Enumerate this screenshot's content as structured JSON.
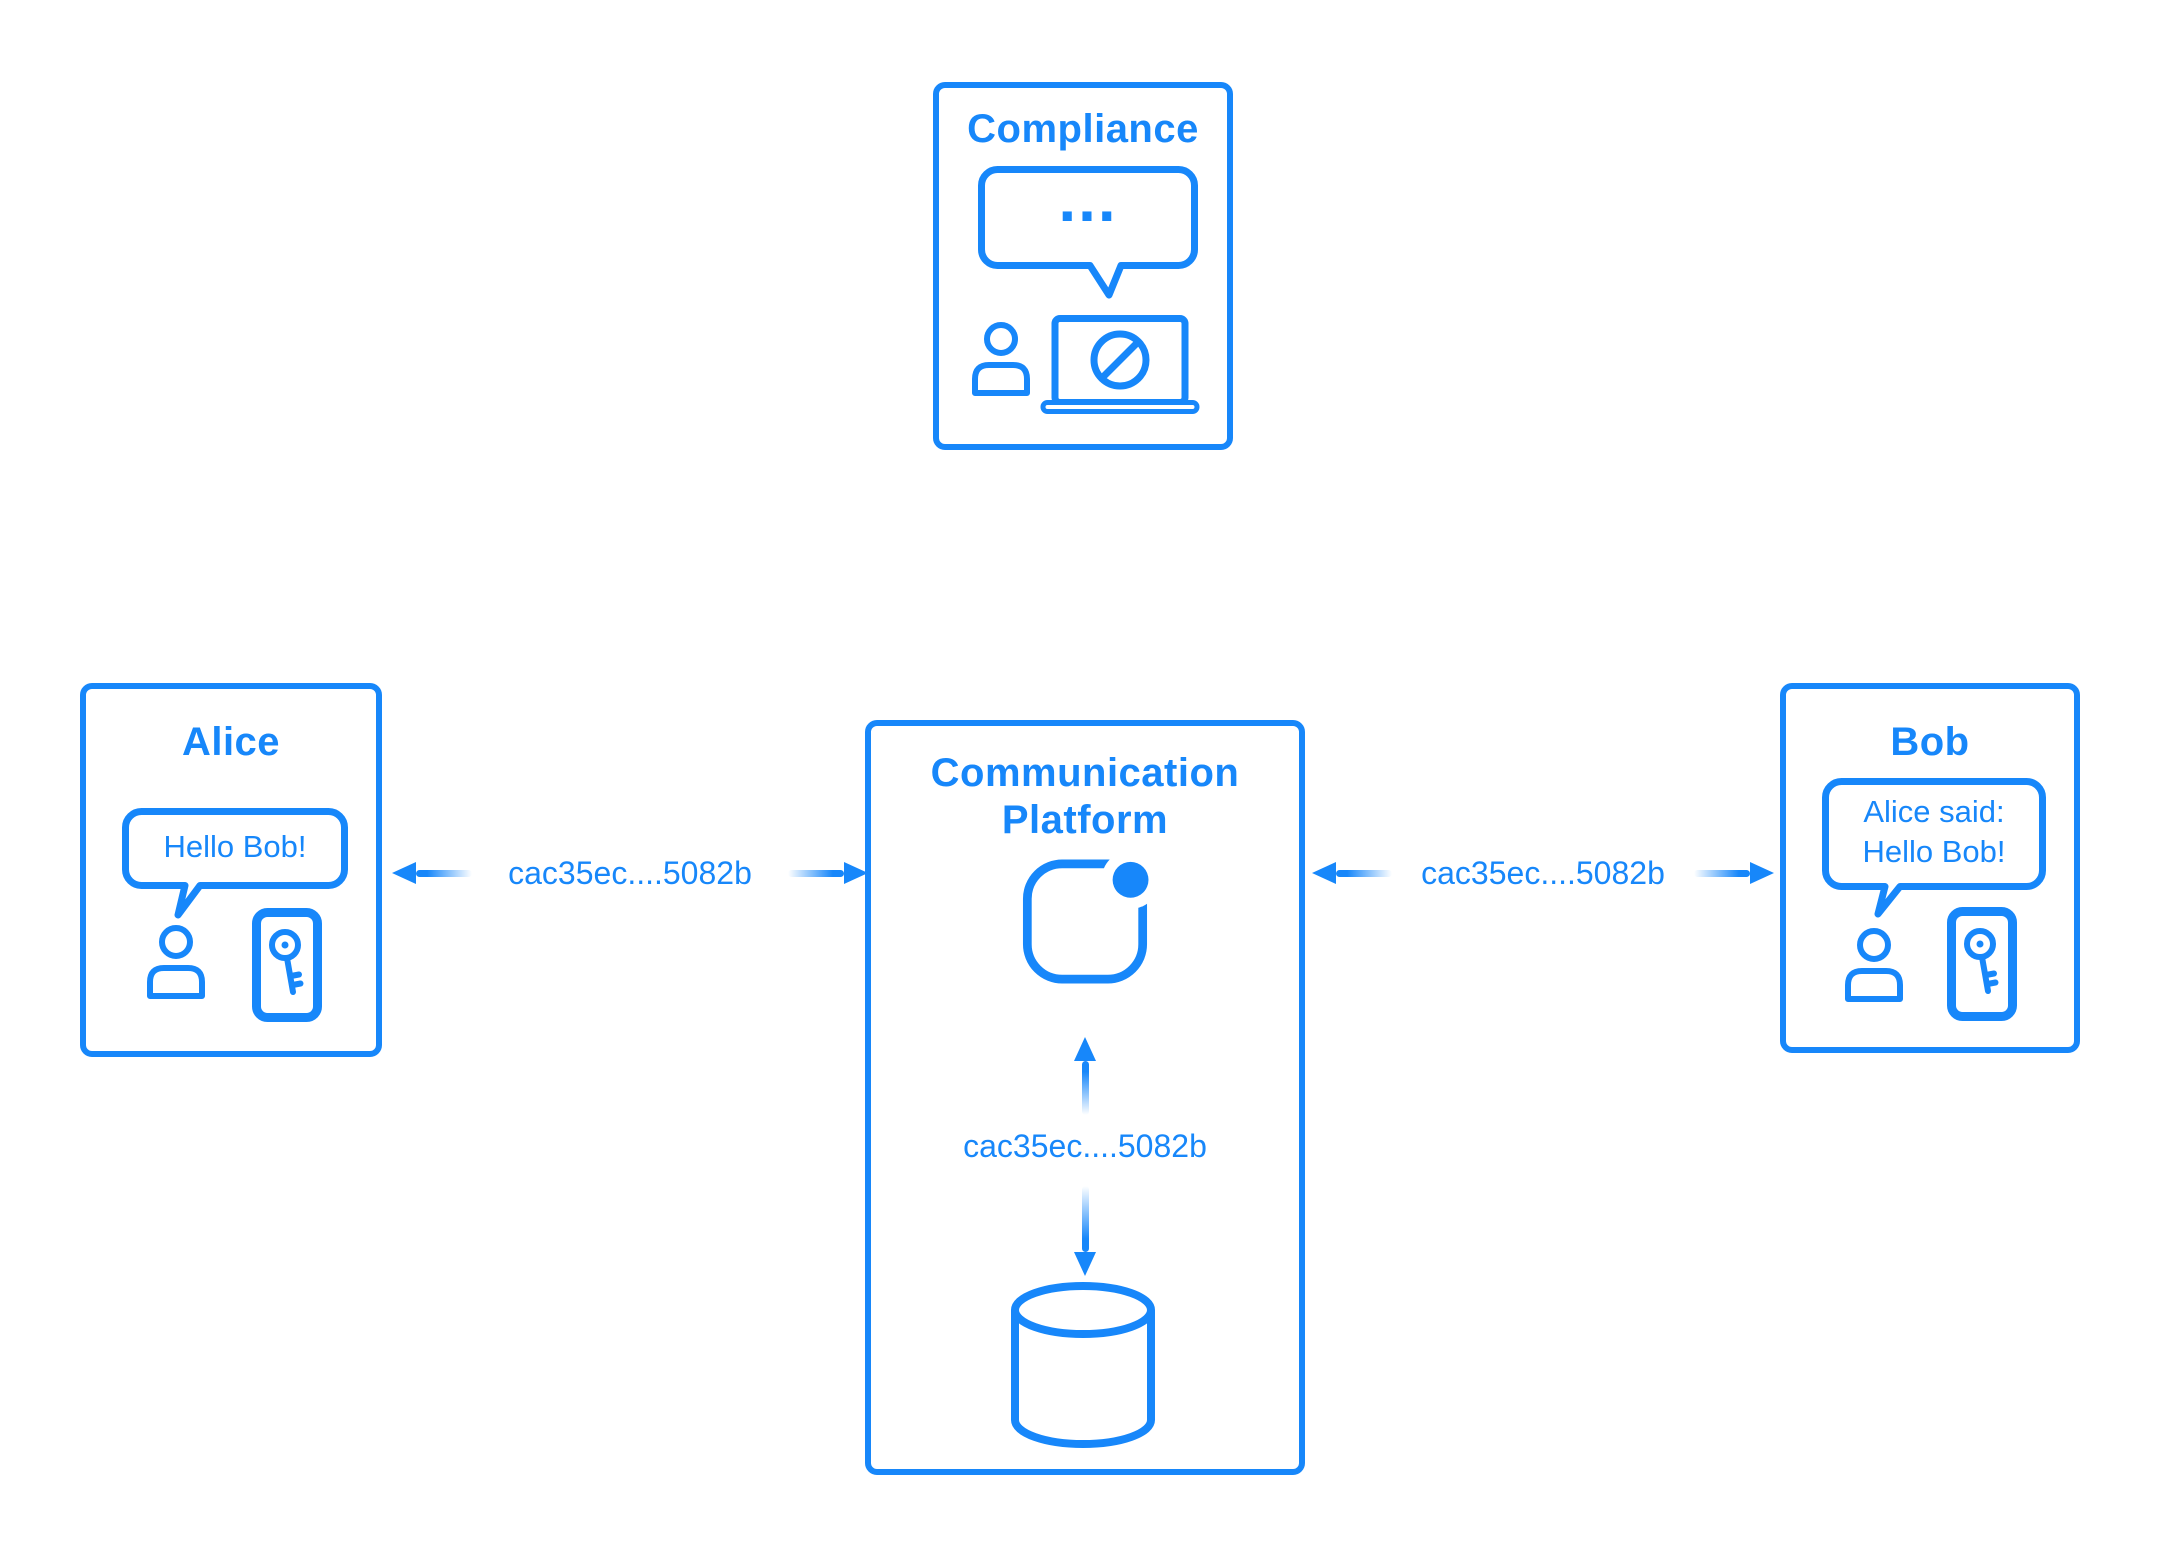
{
  "palette": {
    "accent_blue": "#1787fa",
    "background": "#ffffff"
  },
  "icons": {
    "person": "person-icon",
    "key_card": "key-card-icon",
    "laptop_blocked": "laptop-blocked-icon",
    "app_notification": "app-icon-with-notification-dot",
    "database": "database-cylinder-icon",
    "speech_bubble": "speech-bubble",
    "typing_dots": "typing-dots"
  },
  "compliance": {
    "title": "Compliance",
    "bubble_text": "..."
  },
  "alice": {
    "title": "Alice",
    "bubble_text": "Hello Bob!"
  },
  "bob": {
    "title": "Bob",
    "bubble_lines": [
      "Alice said:",
      "Hello Bob!"
    ]
  },
  "platform": {
    "title": "Communication Platform",
    "storage_label": "cac35ec....5082b"
  },
  "links": {
    "alice_platform": {
      "label": "cac35ec....5082b"
    },
    "platform_bob": {
      "label": "cac35ec....5082b"
    }
  }
}
